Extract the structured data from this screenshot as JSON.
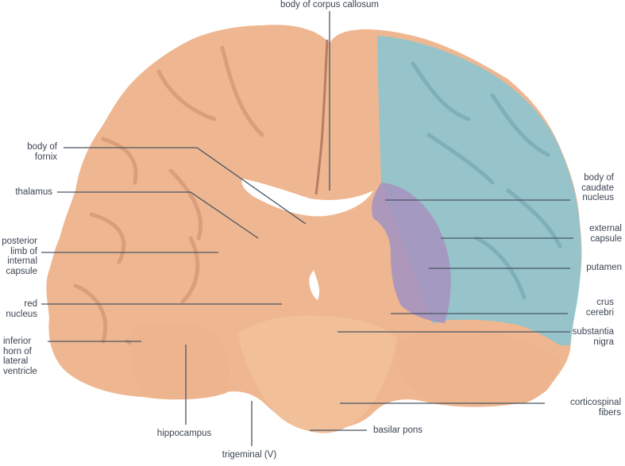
{
  "labels": {
    "corpus_callosum": "body of corpus callosum",
    "fornix": [
      "body of",
      "fornix"
    ],
    "thalamus": "thalamus",
    "posterior_limb": [
      "posterior",
      "limb of",
      "internal",
      "capsule"
    ],
    "red_nucleus": [
      "red",
      "nucleus"
    ],
    "inferior_horn": [
      "inferior",
      "horn of",
      "lateral",
      "ventricle"
    ],
    "hippocampus": "hippocampus",
    "trigeminal": "trigeminal (V)",
    "basilar_pons": "basilar pons",
    "corticospinal": [
      "corticospinal",
      "fibers"
    ],
    "substantia_nigra": [
      "substantia",
      "nigra"
    ],
    "crus_cerebri": [
      "crus",
      "cerebri"
    ],
    "putamen": "putamen",
    "external_capsule": [
      "external",
      "capsule"
    ],
    "caudate": [
      "body of",
      "caudate",
      "nucleus"
    ]
  },
  "colors": {
    "tissue": "#efb791",
    "white_matter": "#f4c49f",
    "cortex_shadow": "#c98a6a",
    "lateral_hemisphere_highlight": "#8ec4cf",
    "basal_ganglia_highlight": "#a595c0",
    "leader_line": "#4a5563",
    "label_text": "#3b4452"
  }
}
